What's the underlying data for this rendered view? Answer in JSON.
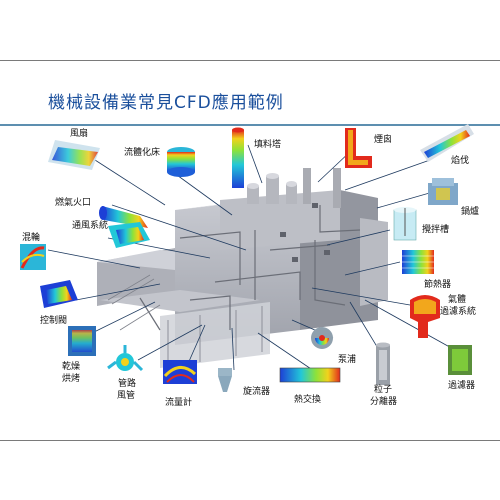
{
  "title": "機械設備業常見CFD應用範例",
  "labels": {
    "fan": "風扇",
    "fluidized_bed": "流體化床",
    "packed_tower": "填料塔",
    "chimney": "煙囪",
    "kiln": "焰伐",
    "combustion_port": "燃氣火口",
    "boiler": "鍋爐",
    "ventilation": "通風系統",
    "mixer": "混輪",
    "stir_tank": "攪拌槽",
    "heater": "節熱器",
    "gas_filter_1": "氣體",
    "gas_filter_2": "過濾系統",
    "control_valve": "控制閥",
    "pump": "泵浦",
    "dryer_1": "乾燥",
    "dryer_2": "烘烤",
    "pipe_1": "管路",
    "pipe_2": "風管",
    "flowmeter": "流量計",
    "cyclone": "旋流器",
    "heat_exchanger": "熱交換",
    "particle_1": "粒子",
    "particle_2": "分離器",
    "filter": "過濾器"
  }
}
